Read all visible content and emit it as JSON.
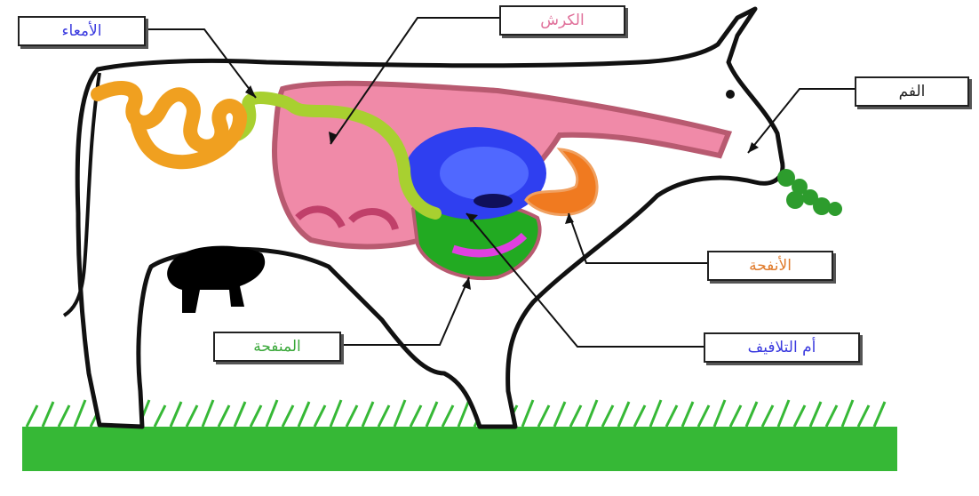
{
  "labels": {
    "intestines": "الأمعاء",
    "rumen": "الكرش",
    "mouth": "الفم",
    "abomasum": "الأنفحة",
    "reticulum": "أم التلافيف",
    "omasum": "المنفحة"
  },
  "colors": {
    "intestines_text": "#3a3adf",
    "rumen_text": "#e0709a",
    "mouth_text": "#222222",
    "abomasum_text": "#e07a2a",
    "reticulum_text": "#3a3adf",
    "omasum_text": "#3aa83a",
    "intestines": "#f0a020",
    "esophagus": "#a8d030",
    "rumen": "#f08aa8",
    "reticulum": "#2f3ff0",
    "omasum": "#22aa22",
    "abomasum": "#f07a20",
    "grass": "#3ec23e",
    "udder": "#000000"
  }
}
